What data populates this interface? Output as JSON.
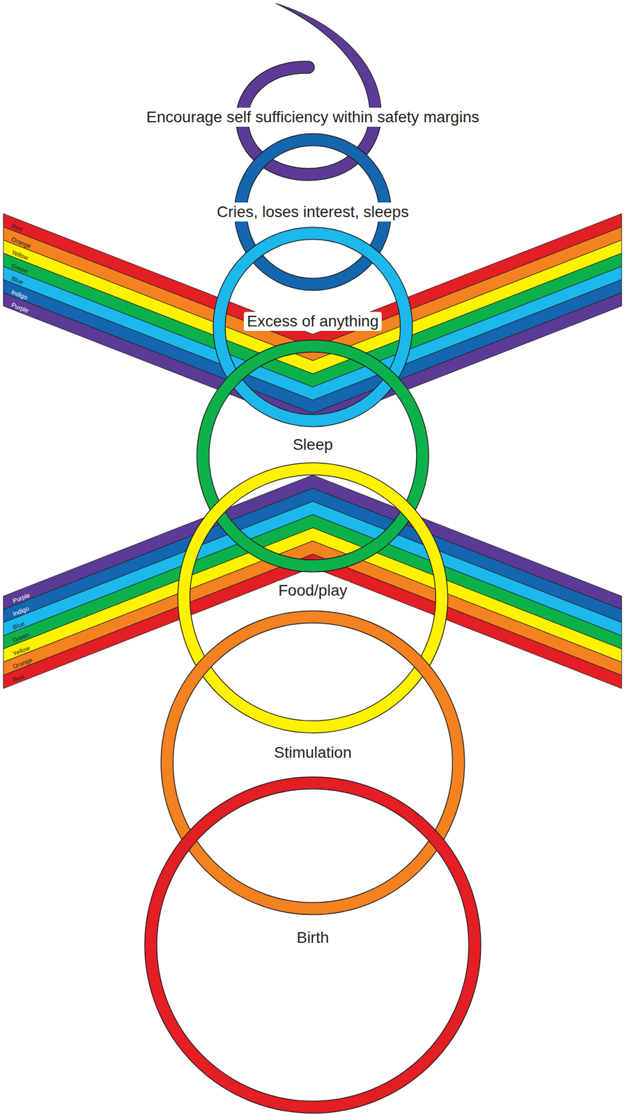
{
  "diagram": {
    "nodes": [
      {
        "text": [
          "Encourage self sufficiency within safety margins"
        ]
      },
      {
        "text": [
          "Cries, loses interest, sleeps"
        ]
      },
      {
        "text": [
          "Excess of anything"
        ]
      },
      {
        "text": [
          "Sleep"
        ]
      },
      {
        "text": [
          "Food/play"
        ]
      },
      {
        "text": [
          "Stimulation"
        ]
      },
      {
        "text": [
          "Birth"
        ]
      }
    ],
    "labels": [
      "Red",
      "Orange",
      "Yellow",
      "Green",
      "Blue",
      "Indigo",
      "Purple",
      "Purple",
      "Indigo",
      "Blue",
      "Green",
      "Yellow",
      "Orange",
      "Red"
    ]
  }
}
